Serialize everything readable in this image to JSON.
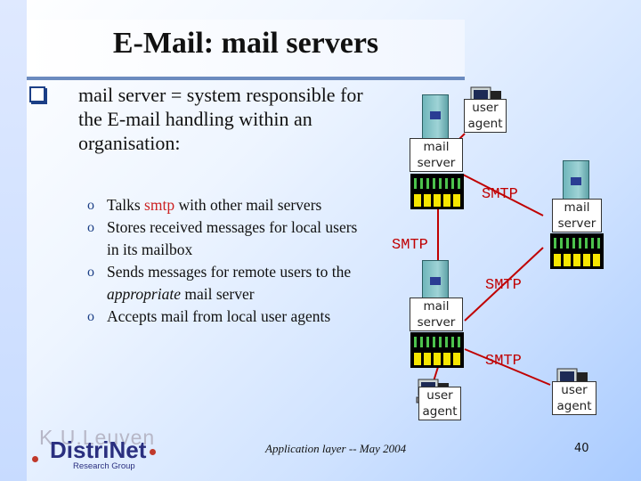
{
  "slide": {
    "title": "E-Mail: mail servers",
    "intro": "mail server = system responsible for the E-mail handling  within   an organisation:",
    "bullets": [
      {
        "pre": "Talks ",
        "highlight": "smtp",
        "post": " with other mail servers"
      },
      {
        "pre": "Stores received messages for local users in its mailbox"
      },
      {
        "pre": "Sends messages for remote users to the ",
        "italic": "appropriate",
        "post": " mail server"
      },
      {
        "pre": "Accepts mail from local user agents"
      }
    ],
    "footer": "Application layer  --  May 2004",
    "page_number": "40"
  },
  "diagram": {
    "user_agent_label": "user agent",
    "mail_server_label": "mail server",
    "smtp_label": "SMTP",
    "user_agent_top": "user\nagent",
    "user_agent_bottom_left": "user\nagent",
    "user_agent_bottom_right": "user\nagent",
    "server_top": "mail\nserver",
    "server_right": "mail\nserver",
    "server_middle": "mail\nserver"
  },
  "logo": {
    "kul": "K.U.Leuven",
    "name": "DistriNet",
    "subtitle": "Research Group"
  },
  "colors": {
    "accent": "#1c3f86",
    "smtp_text": "#c00000",
    "highlight": "#cc2222"
  },
  "icons": [
    "checkbox-bullet-icon",
    "server-icon",
    "user-agent-icon"
  ]
}
